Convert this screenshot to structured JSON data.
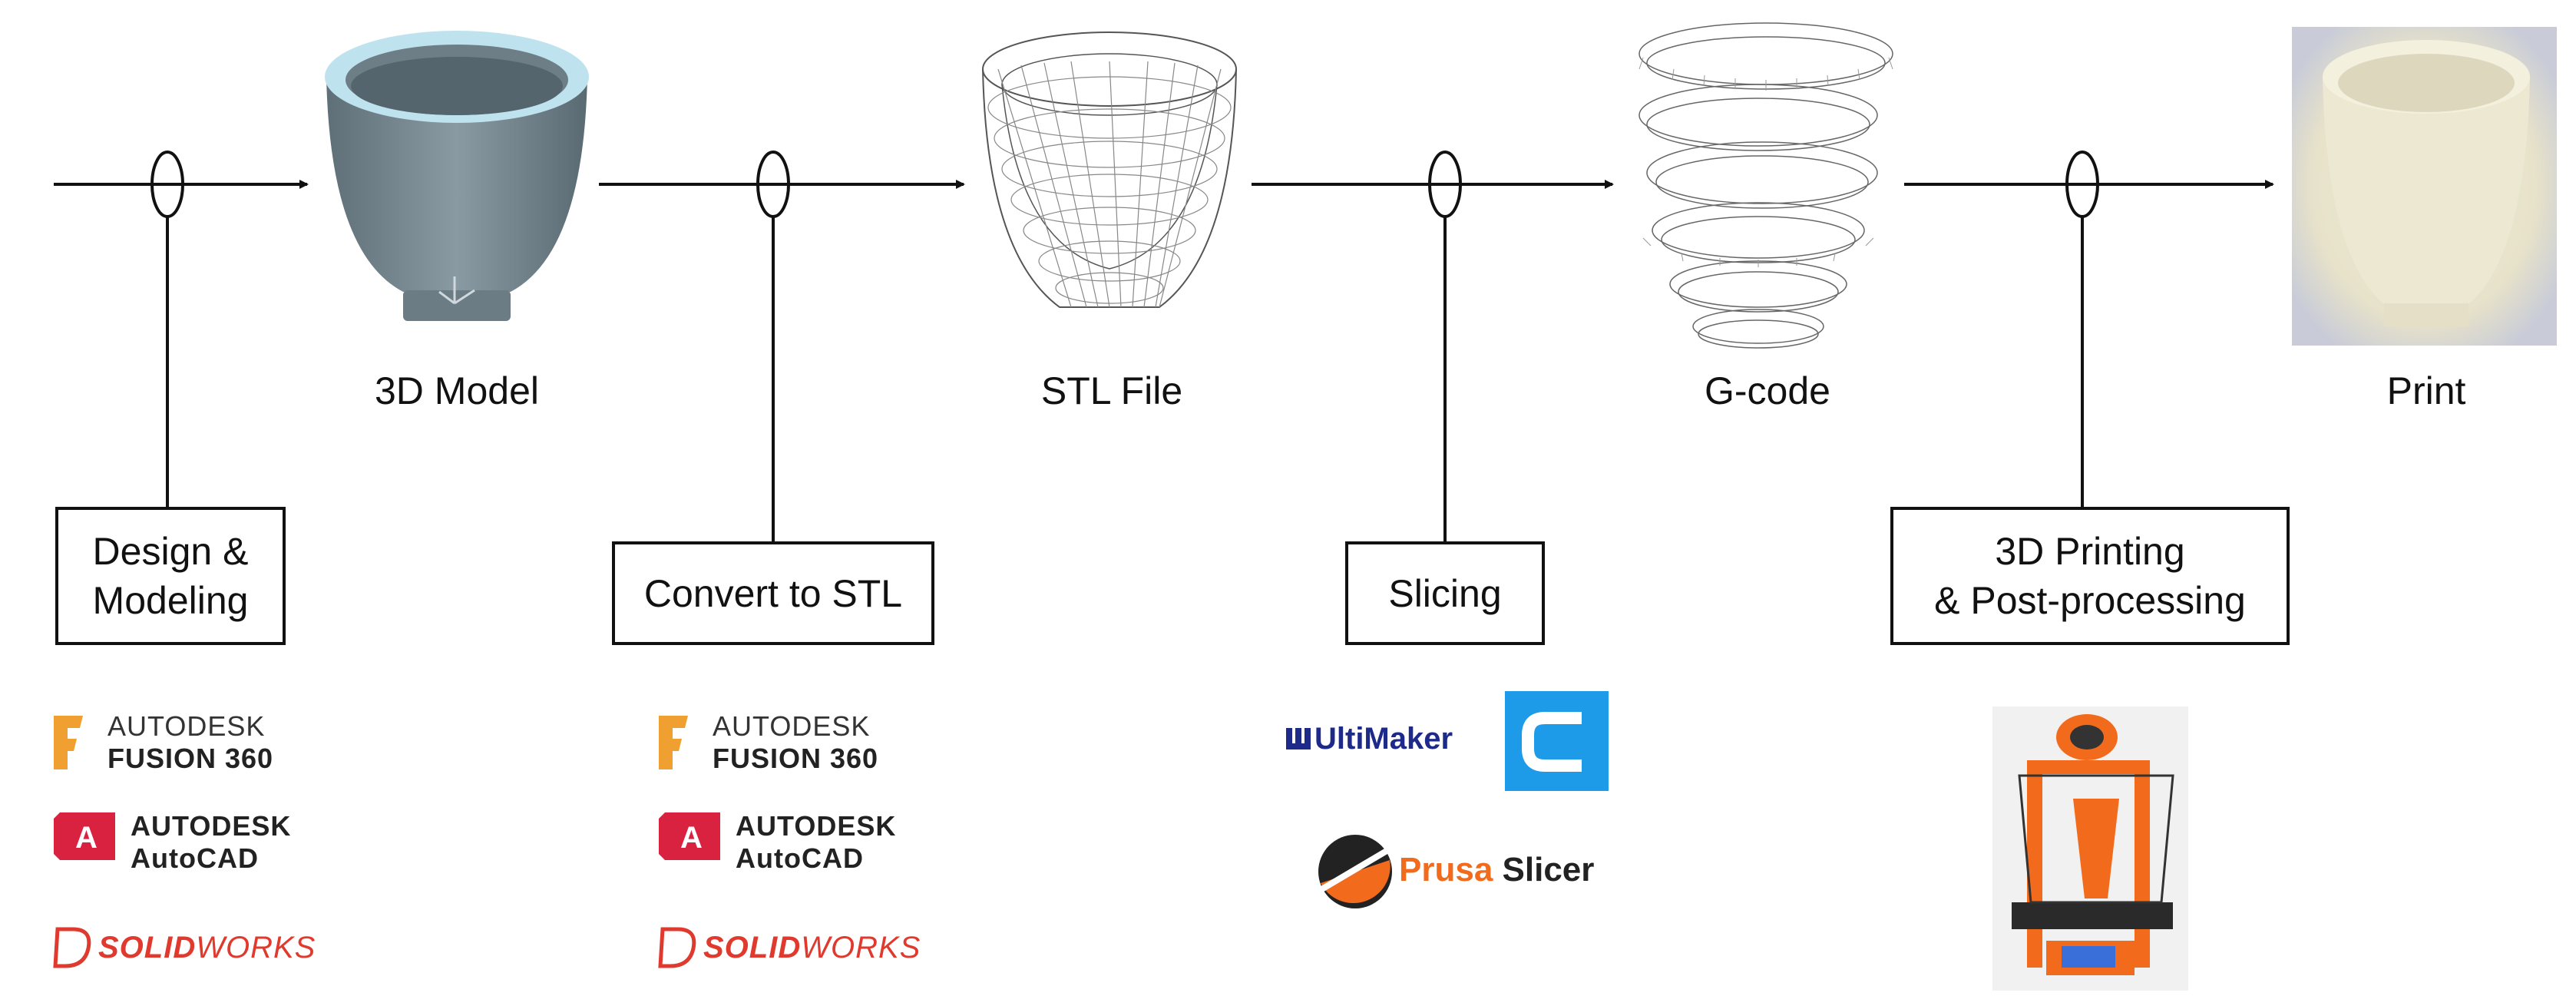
{
  "stages": [
    {
      "label": "3D Model"
    },
    {
      "label": "STL File"
    },
    {
      "label": "G-code"
    },
    {
      "label": "Print"
    }
  ],
  "steps": [
    {
      "lines": [
        "Design &",
        "Modeling"
      ]
    },
    {
      "lines": [
        "Convert to STL"
      ]
    },
    {
      "lines": [
        "Slicing"
      ]
    },
    {
      "lines": [
        "3D Printing",
        "& Post-processing"
      ]
    }
  ],
  "software": {
    "fusion": {
      "line1": "AUTODESK",
      "line2": "FUSION 360",
      "icon": "fusion-f-icon",
      "color": "#f0a030"
    },
    "autocad": {
      "line1": "AUTODESK",
      "line2": "AutoCAD",
      "icon": "autocad-a-icon",
      "color": "#d9223f"
    },
    "solidworks": {
      "part1": "SOLID",
      "part2": "WORKS",
      "icon": "ds-logo-icon",
      "color": "#e03a2f"
    },
    "ultimaker": {
      "text": "UltiMaker",
      "icon": "ultimaker-mark-icon",
      "color": "#1e2a8a"
    },
    "cura": {
      "icon": "cura-c-icon",
      "color": "#1e9be8"
    },
    "prusaslicer": {
      "part1": "Prusa",
      "part2": "Slicer",
      "icon": "prusa-disc-icon",
      "accent": "#f26b1d"
    }
  },
  "printer": {
    "icon": "3d-printer-icon",
    "accent": "#f26b1d"
  }
}
